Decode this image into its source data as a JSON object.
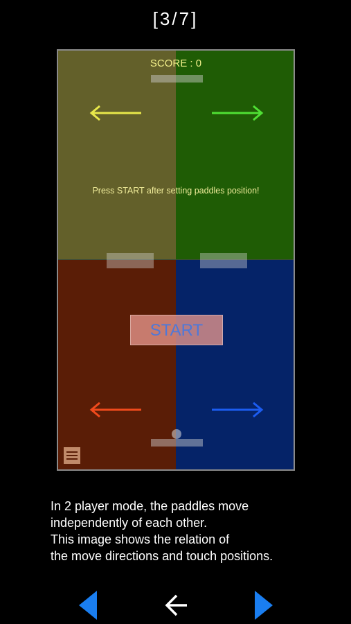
{
  "pager": {
    "label": "[3/7]"
  },
  "game": {
    "score_label": "SCORE : 0",
    "message": "Press START after setting paddles position!",
    "start_label": "START",
    "colors": {
      "top_left": "#63602a",
      "top_right": "#1f5c05",
      "bottom_left": "#5a1d06",
      "bottom_right": "#052368",
      "arrow_top_left": "#e8e84a",
      "arrow_top_right": "#4fe034",
      "arrow_bottom_left": "#f04a1c",
      "arrow_bottom_right": "#1c5cf0"
    },
    "icons": {
      "arrow_top_left": "arrow-left-icon",
      "arrow_top_right": "arrow-right-icon",
      "arrow_bottom_left": "arrow-left-icon",
      "arrow_bottom_right": "arrow-right-icon",
      "menu": "hamburger-menu-icon"
    }
  },
  "description": {
    "lines": [
      "In 2 player mode, the paddles move",
      "independently of each other.",
      "This image shows the relation of",
      "the move directions and touch positions."
    ]
  },
  "navigation": {
    "prev_icon": "triangle-left-icon",
    "back_icon": "back-arrow-icon",
    "next_icon": "triangle-right-icon",
    "accent": "#1a7ef0"
  }
}
